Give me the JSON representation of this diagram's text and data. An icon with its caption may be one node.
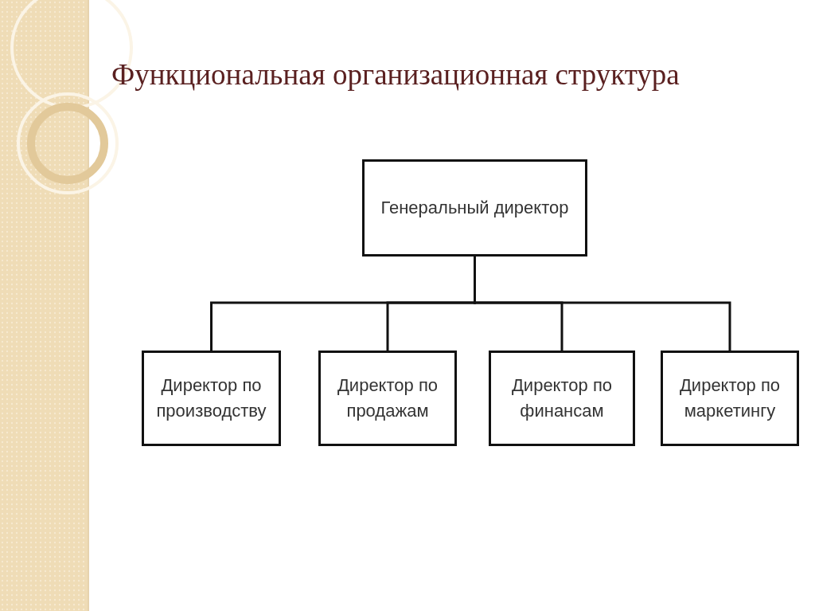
{
  "diagram": {
    "title": "Функциональная организационная структура",
    "nodes": [
      {
        "text": [
          "Генеральный директор"
        ]
      },
      {
        "text": [
          "Директор по производству"
        ]
      },
      {
        "text": [
          "Директор по продажам"
        ]
      },
      {
        "text": [
          "Директор по финансам"
        ]
      },
      {
        "text": [
          "Директор по маркетингу"
        ]
      }
    ],
    "edges": [
      {
        "from": 0,
        "to": 1,
        "arrow": "none"
      },
      {
        "from": 0,
        "to": 2,
        "arrow": "none"
      },
      {
        "from": 0,
        "to": 3,
        "arrow": "none"
      },
      {
        "from": 0,
        "to": 4,
        "arrow": "none"
      }
    ]
  }
}
